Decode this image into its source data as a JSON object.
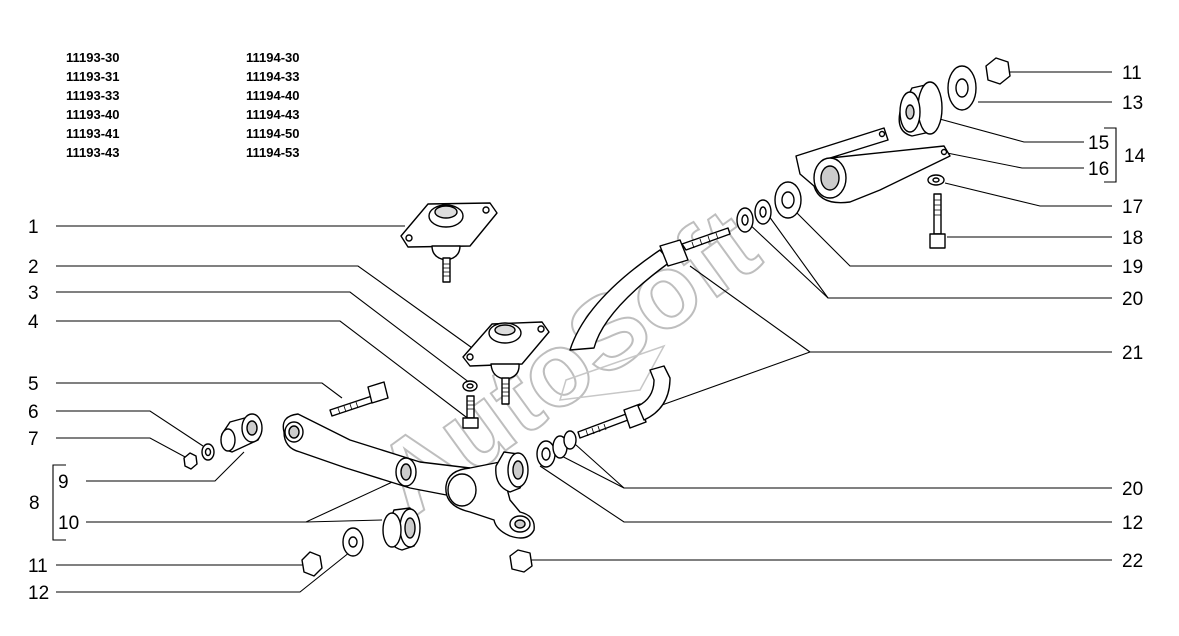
{
  "models": {
    "left": [
      "11193-30",
      "11193-31",
      "11193-33",
      "11193-40",
      "11193-41",
      "11193-43"
    ],
    "right": [
      "11194-30",
      "11194-33",
      "11194-40",
      "11194-43",
      "11194-50",
      "11194-53"
    ]
  },
  "callouts": {
    "c1": "1",
    "c2": "2",
    "c3": "3",
    "c4": "4",
    "c5": "5",
    "c6": "6",
    "c7": "7",
    "c8": "8",
    "c9": "9",
    "c10": "10",
    "c11_left": "11",
    "c12_left": "12",
    "c11_right": "11",
    "c13": "13",
    "c14": "14",
    "c15": "15",
    "c16": "16",
    "c17": "17",
    "c18": "18",
    "c19": "19",
    "c20_top": "20",
    "c21": "21",
    "c20_bottom": "20",
    "c12_right": "12",
    "c22": "22"
  },
  "watermark": {
    "text": "AutoSoft"
  }
}
